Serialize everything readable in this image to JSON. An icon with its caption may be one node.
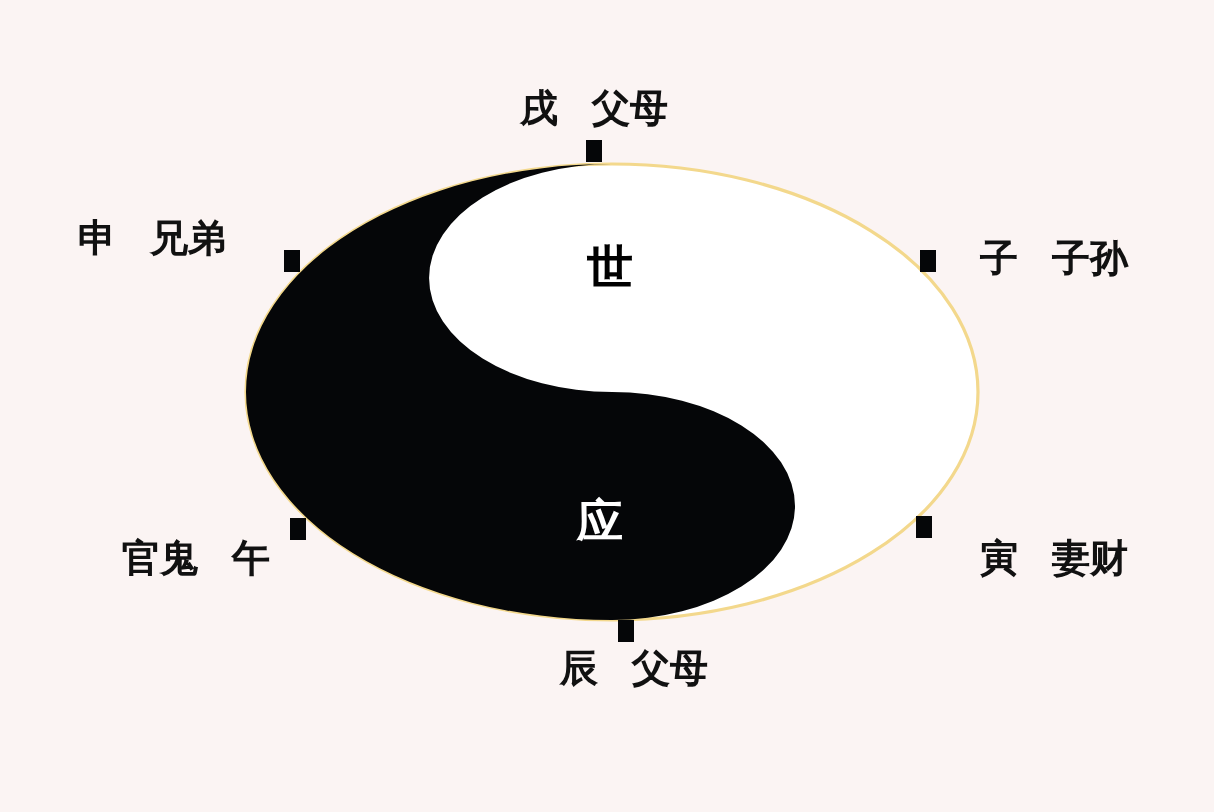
{
  "diagram": {
    "nodes": [
      {
        "text": [
          "世",
          "应"
        ]
      }
    ],
    "labels": [
      "戌 父母",
      "申 兄弟",
      "子 子孙",
      "官鬼 午",
      "寅 妻财",
      "辰 父母"
    ]
  }
}
